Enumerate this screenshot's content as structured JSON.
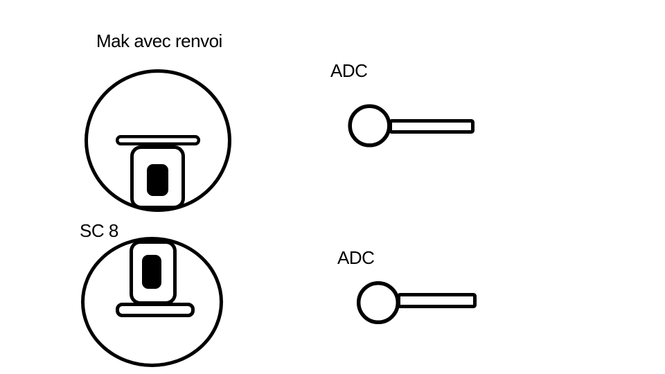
{
  "page": {
    "background_color": "#ffffff",
    "ink_color": "#000000"
  },
  "labels": {
    "mak": "Mak avec renvoi",
    "sc8": "SC 8",
    "adc_top": "ADC",
    "adc_bottom": "ADC"
  }
}
